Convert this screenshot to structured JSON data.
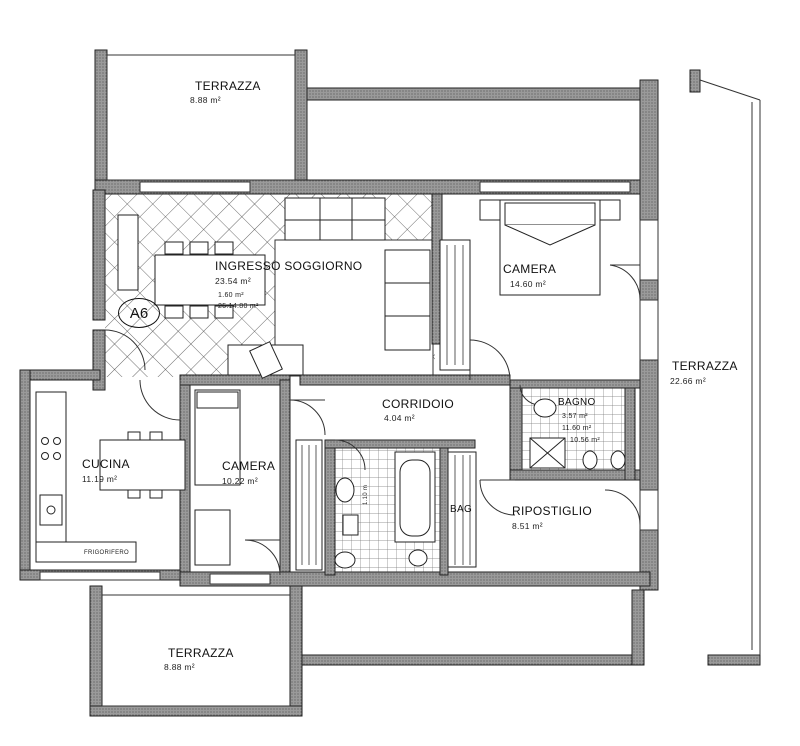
{
  "rooms": {
    "terrazza_top": {
      "name": "TERRAZZA",
      "area": "8.88 m²"
    },
    "terrazza_right": {
      "name": "TERRAZZA",
      "area": "22.66 m²"
    },
    "terrazza_bottom": {
      "name": "TERRAZZA",
      "area": "8.88 m²"
    },
    "ingresso_soggiorno": {
      "name": "INGRESSO SOGGIORNO",
      "area": "23.54 m²",
      "sub1": "1.60 m²",
      "sub2": "25.14.80 m²"
    },
    "camera_top": {
      "name": "CAMERA",
      "area": "14.60 m²"
    },
    "corridoio": {
      "name": "CORRIDOIO",
      "area": "4.04 m²"
    },
    "bagno": {
      "name": "BAGNO",
      "area1": "3.57 m²",
      "area2": "11.60 m²",
      "area3": "10.56 m²"
    },
    "cucina": {
      "name": "CUCINA",
      "area": "11.19 m²"
    },
    "camera_bottom": {
      "name": "CAMERA",
      "area": "10.22 m²"
    },
    "bagno_small": {
      "name": "BAG"
    },
    "ripostiglio": {
      "name": "RIPOSTIGLIO",
      "area": "8.51 m²"
    }
  },
  "unit_badge": "A6",
  "fixture_labels": {
    "frigorifero": "FRIGORIFERO",
    "shower_dims": "1.10 m"
  },
  "colors": {
    "wall": "#8c8c8c",
    "wall_stroke": "#222222",
    "line": "#333333",
    "tile": "#777777"
  }
}
